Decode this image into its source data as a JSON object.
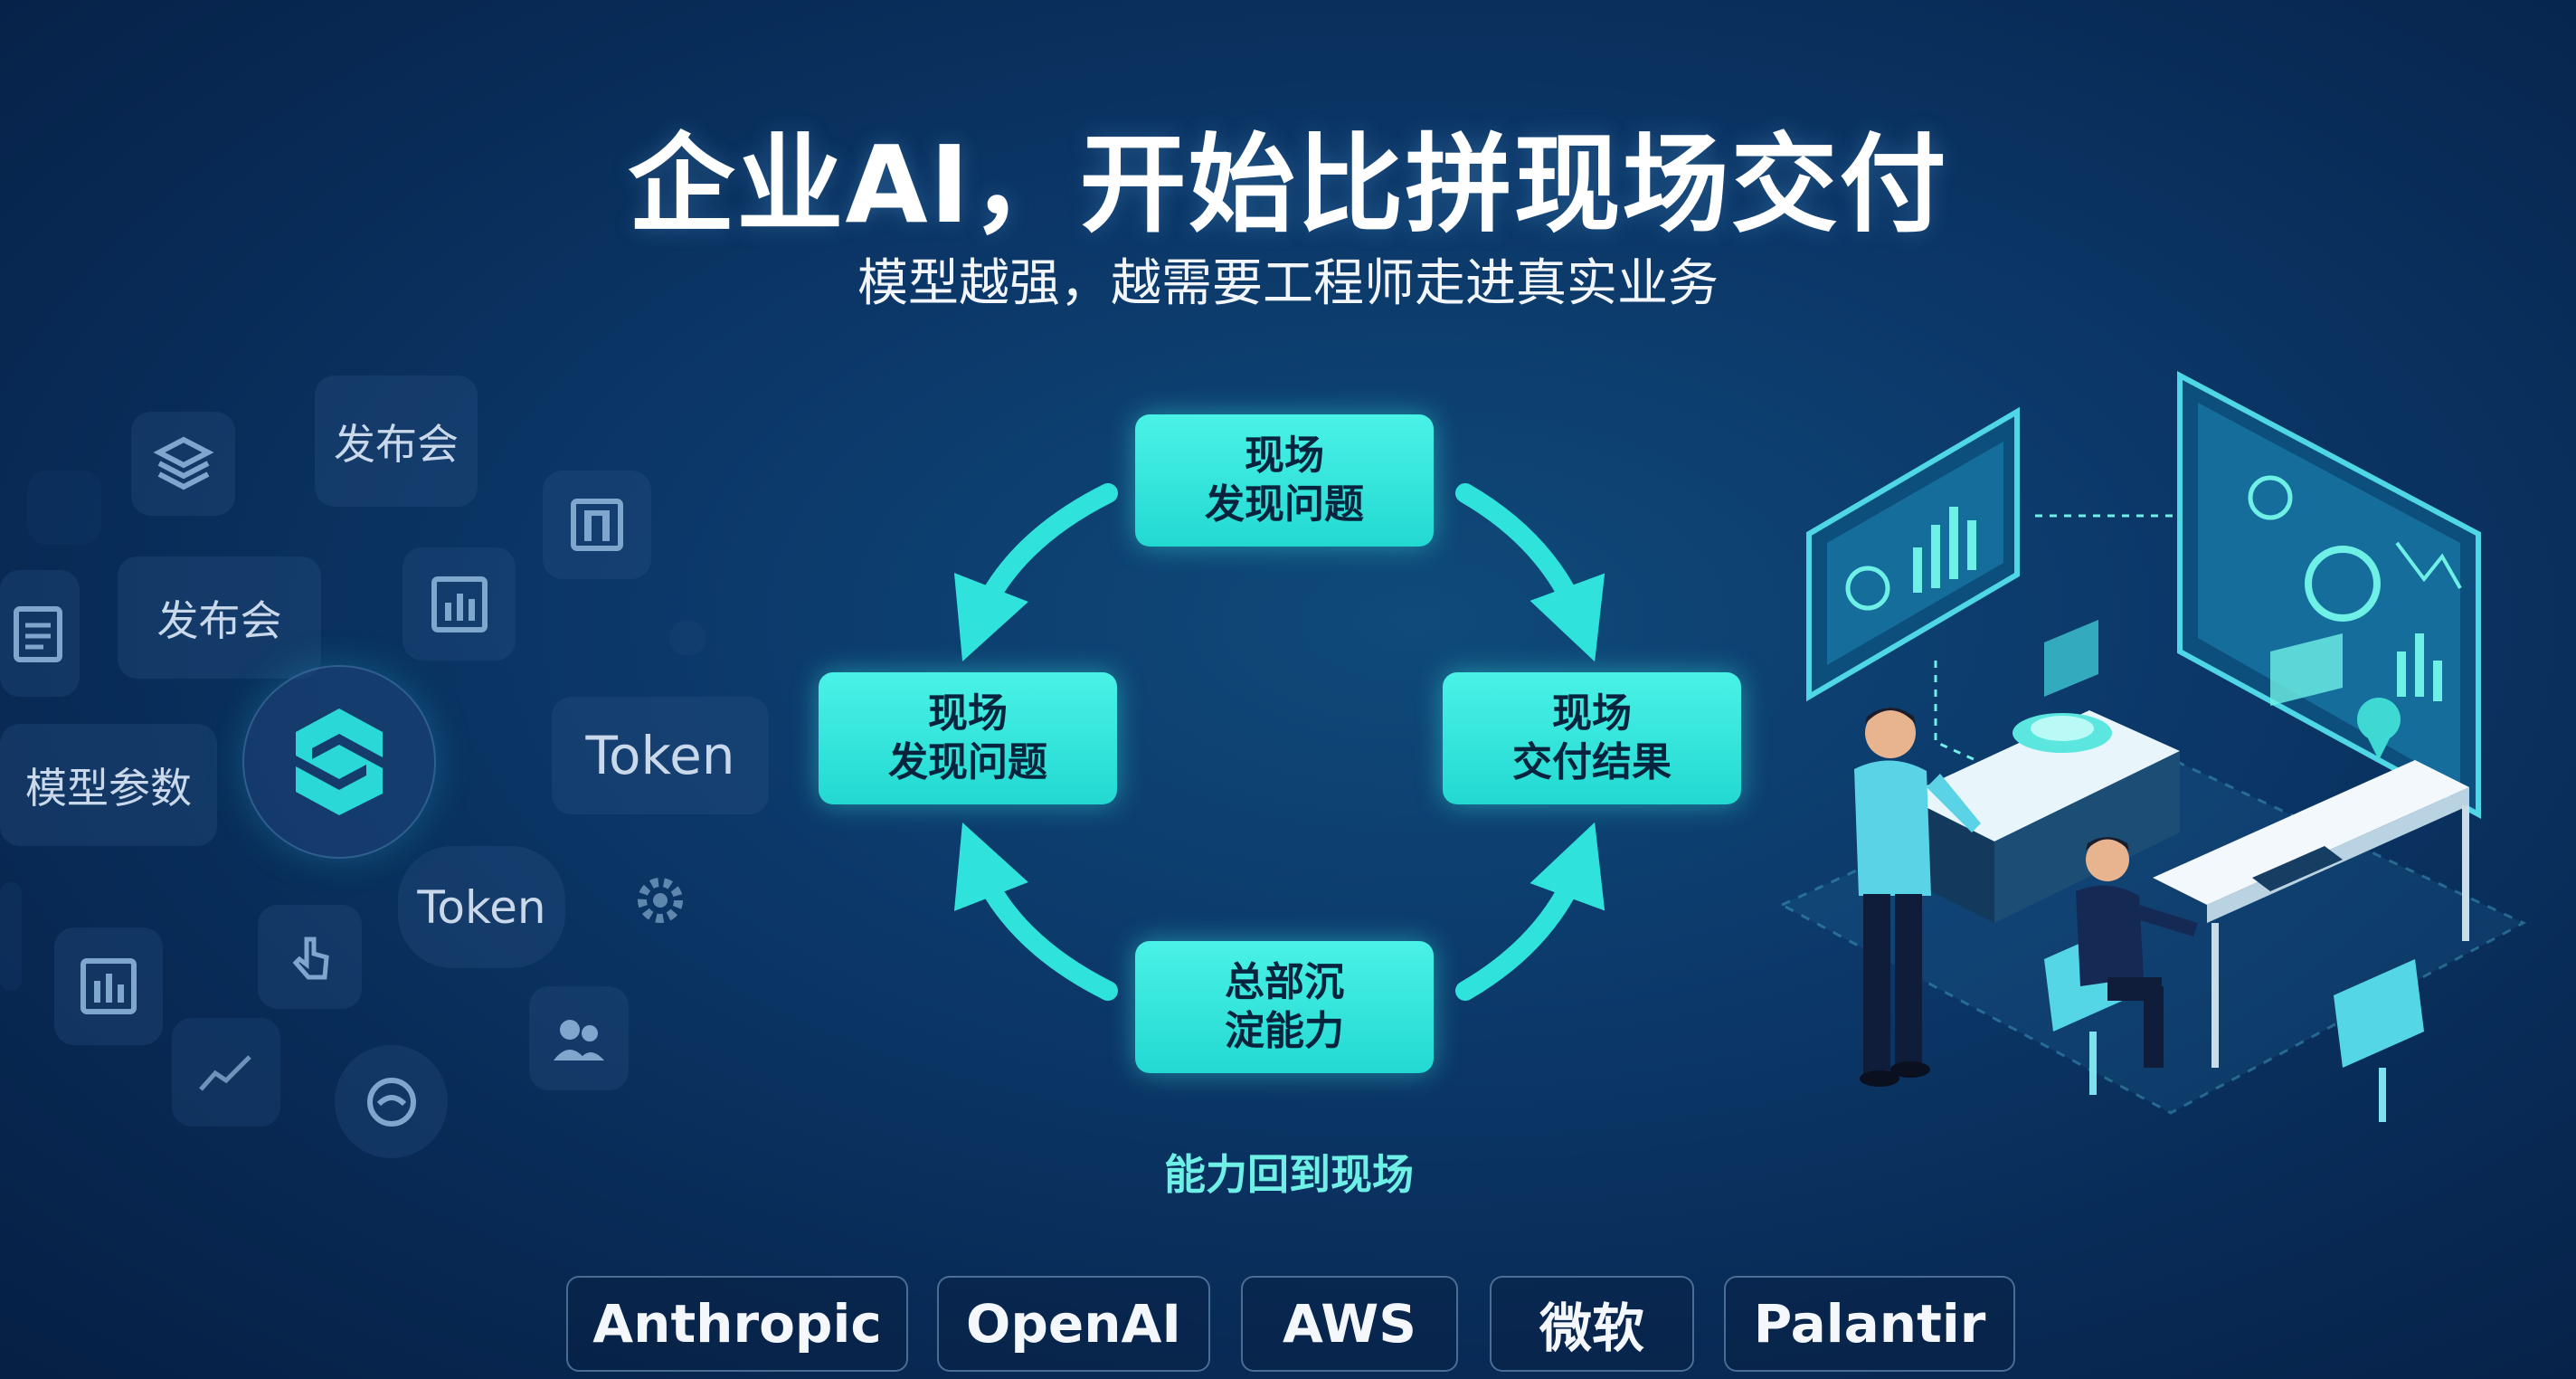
{
  "header": {
    "corner_left": "",
    "corner_right": "",
    "title": "企业AI，开始比拼现场交付",
    "subtitle": "模型越强，越需要工程师走进真实业务"
  },
  "left_cloud": {
    "chips": [
      "发布会",
      "发布会",
      "模型参数",
      "Token",
      "Token"
    ]
  },
  "cycle": {
    "nodes": {
      "top": [
        "现场",
        "发现问题"
      ],
      "left": [
        "现场",
        "发现问题"
      ],
      "right": [
        "现场",
        "交付结果"
      ],
      "bottom": [
        "总部沉",
        "淀能力"
      ]
    },
    "caption": "能力回到现场"
  },
  "partners": [
    "Anthropic",
    "OpenAI",
    "AWS",
    "微软",
    "Palantir"
  ],
  "colors": {
    "accent": "#2ee6dd",
    "background": "#0b3768",
    "node_text": "#06243d"
  }
}
